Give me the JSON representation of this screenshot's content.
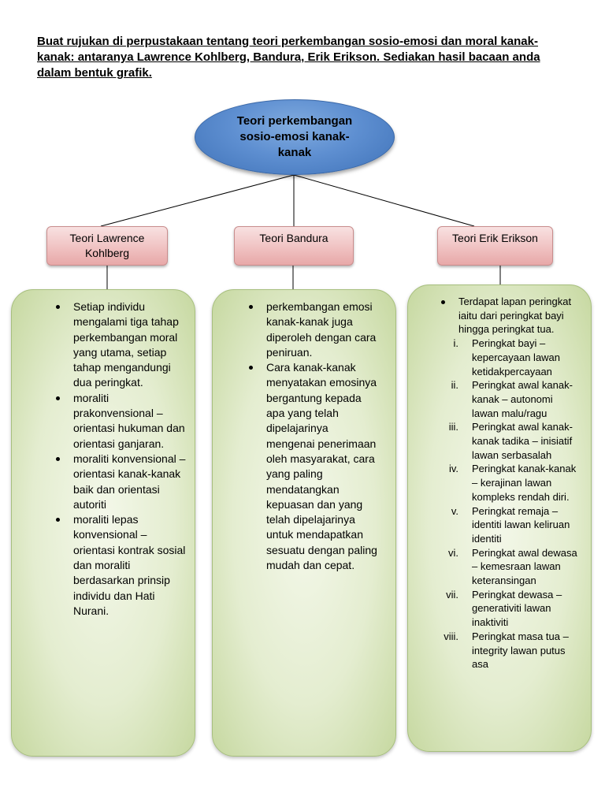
{
  "instruction": "Buat rujukan di perpustakaan tentang teori perkembangan sosio-emosi dan moral kanak-kanak: antaranya Lawrence Kohlberg, Bandura, Erik Erikson. Sediakan hasil bacaan anda dalam bentuk grafik.",
  "root": {
    "label": "Teori perkembangan sosio-emosi kanak-kanak",
    "color": "#5e8fd1"
  },
  "theories": [
    {
      "title": "Teori Lawrence Kohlberg",
      "points": [
        "Setiap individu mengalami tiga tahap perkembangan moral yang utama, setiap tahap mengandungi dua peringkat.",
        "moraliti prakonvensional – orientasi hukuman dan orientasi ganjaran.",
        "moraliti konvensional – orientasi kanak-kanak baik dan orientasi autoriti",
        "moraliti lepas konvensional – orientasi kontrak sosial dan moraliti berdasarkan prinsip individu dan Hati Nurani."
      ]
    },
    {
      "title": "Teori Bandura",
      "points": [
        "perkembangan emosi kanak-kanak juga diperoleh dengan cara peniruan.",
        "Cara kanak-kanak menyatakan emosinya bergantung kepada apa yang telah dipelajarinya mengenai penerimaan oleh masyarakat, cara yang paling mendatangkan kepuasan dan yang telah dipelajarinya untuk mendapatkan sesuatu dengan paling mudah dan cepat."
      ]
    },
    {
      "title": "Teori Erik Erikson",
      "points": [
        "Terdapat lapan peringkat iaitu dari peringkat bayi hingga peringkat tua."
      ],
      "stages": [
        {
          "num": "i.",
          "text": "Peringkat bayi – kepercayaan lawan ketidakpercayaan"
        },
        {
          "num": "ii.",
          "text": "Peringkat awal kanak-kanak – autonomi lawan malu/ragu"
        },
        {
          "num": "iii.",
          "text": "Peringkat awal kanak-kanak tadika – inisiatif lawan serbasalah"
        },
        {
          "num": "iv.",
          "text": "Peringkat kanak-kanak – kerajinan lawan kompleks rendah diri."
        },
        {
          "num": "v.",
          "text": "Peringkat remaja – identiti lawan keliruan identiti"
        },
        {
          "num": "vi.",
          "text": "Peringkat awal dewasa – kemesraan lawan keteransingan"
        },
        {
          "num": "vii.",
          "text": "Peringkat dewasa – generativiti lawan inaktiviti"
        },
        {
          "num": "viii.",
          "text": "Peringkat masa tua – integrity lawan putus asa"
        }
      ]
    }
  ]
}
